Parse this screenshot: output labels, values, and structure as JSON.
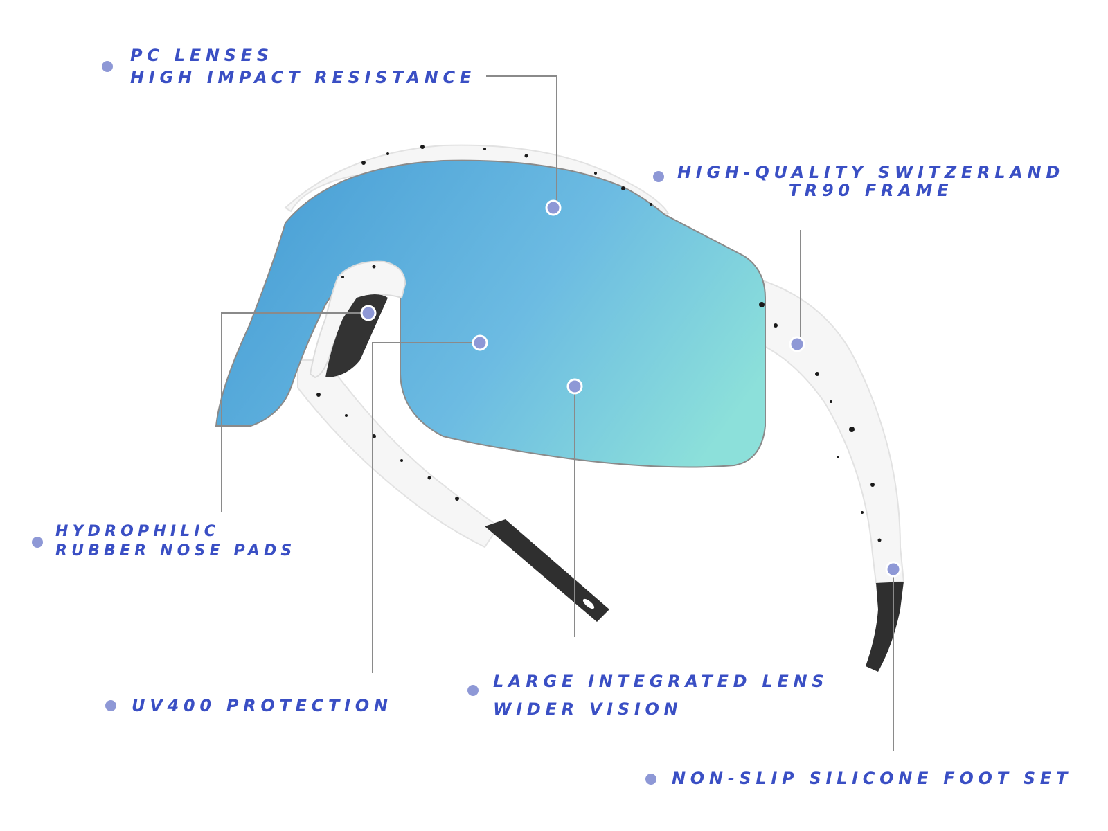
{
  "colors": {
    "label_text": "#3a4fc4",
    "bullet": "#8e98d6",
    "marker_fill": "#8e98d6",
    "leader_line": "#8a8a8a",
    "lens_left": "#4aa0d6",
    "lens_right": "#8ce0da",
    "frame": "#f6f6f6",
    "rubber": "#2f2f2f"
  },
  "features": [
    {
      "lines": [
        "PC LENSES",
        "HIGH IMPACT RESISTANCE"
      ]
    },
    {
      "lines": [
        "HIGH-QUALITY SWITZERLAND",
        "TR90 FRAME"
      ]
    },
    {
      "lines": [
        "HYDROPHILIC",
        "RUBBER NOSE PADS"
      ]
    },
    {
      "lines": [
        "UV400 PROTECTION"
      ]
    },
    {
      "lines": [
        "LARGE INTEGRATED LENS",
        "WIDER VISION"
      ]
    },
    {
      "lines": [
        "NON-SLIP SILICONE FOOT SET"
      ]
    }
  ],
  "product_image": {
    "subject": "sunglasses-icon"
  }
}
